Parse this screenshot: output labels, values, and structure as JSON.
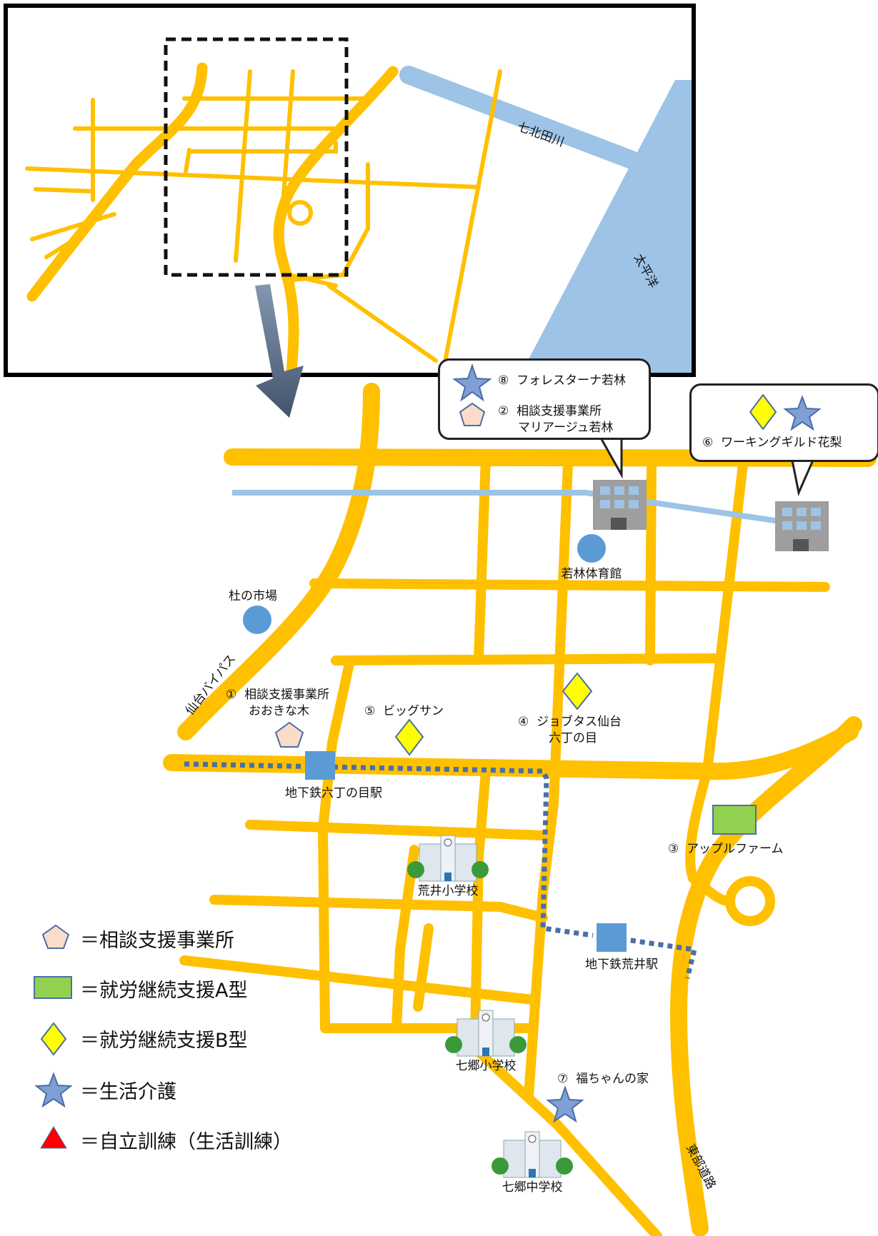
{
  "map": {
    "inset": {
      "river_label": "七北田川",
      "ocean_label": "太平洋"
    },
    "roads": {
      "bypass_label": "仙台バイパス",
      "east_road_label": "東部道路"
    },
    "stations": [
      {
        "label": "地下鉄六丁の目駅"
      },
      {
        "label": "地下鉄荒井駅"
      }
    ],
    "landmarks": [
      {
        "label": "杜の市場"
      },
      {
        "label": "若林体育館"
      }
    ],
    "schools": [
      {
        "label": "荒井小学校"
      },
      {
        "label": "七郷小学校"
      },
      {
        "label": "七郷中学校"
      }
    ],
    "facilities": [
      {
        "number": "①",
        "name": "相談支援事業所",
        "name2": "おおきな木",
        "type": "consultation"
      },
      {
        "number": "②",
        "name": "相談支援事業所",
        "name2": "マリアージュ若林",
        "type": "consultation"
      },
      {
        "number": "③",
        "name": "アップルファーム",
        "type": "employment_a"
      },
      {
        "number": "④",
        "name": "ジョブタス仙台",
        "name2": "六丁の目",
        "type": "employment_b"
      },
      {
        "number": "⑤",
        "name": "ビッグサン",
        "type": "employment_b"
      },
      {
        "number": "⑥",
        "name": "ワーキングギルド花梨",
        "type": "employment_b_and_life_care"
      },
      {
        "number": "⑦",
        "name": "福ちゃんの家",
        "type": "life_care"
      },
      {
        "number": "⑧",
        "name": "フォレスターナ若林",
        "type": "life_care"
      }
    ],
    "legend": [
      {
        "symbol": "pentagon-icon",
        "label": "＝相談支援事業所",
        "color": "#fadcc8"
      },
      {
        "symbol": "rectangle-icon",
        "label": "＝就労継続支援A型",
        "color": "#92d050"
      },
      {
        "symbol": "diamond-icon",
        "label": "＝就労継続支援B型",
        "color": "#ffff00"
      },
      {
        "symbol": "star-icon",
        "label": "＝生活介護",
        "color": "#7f9fd5"
      },
      {
        "symbol": "triangle-icon",
        "label": "＝自立訓練（生活訓練）",
        "color": "#ff0000"
      }
    ],
    "colors": {
      "road": "#ffc000",
      "water": "#9dc3e6",
      "station": "#5b9bd5",
      "landmark": "#5b9bd5",
      "subway_line": "#4a6fa5",
      "arrow": "#44546a"
    }
  }
}
